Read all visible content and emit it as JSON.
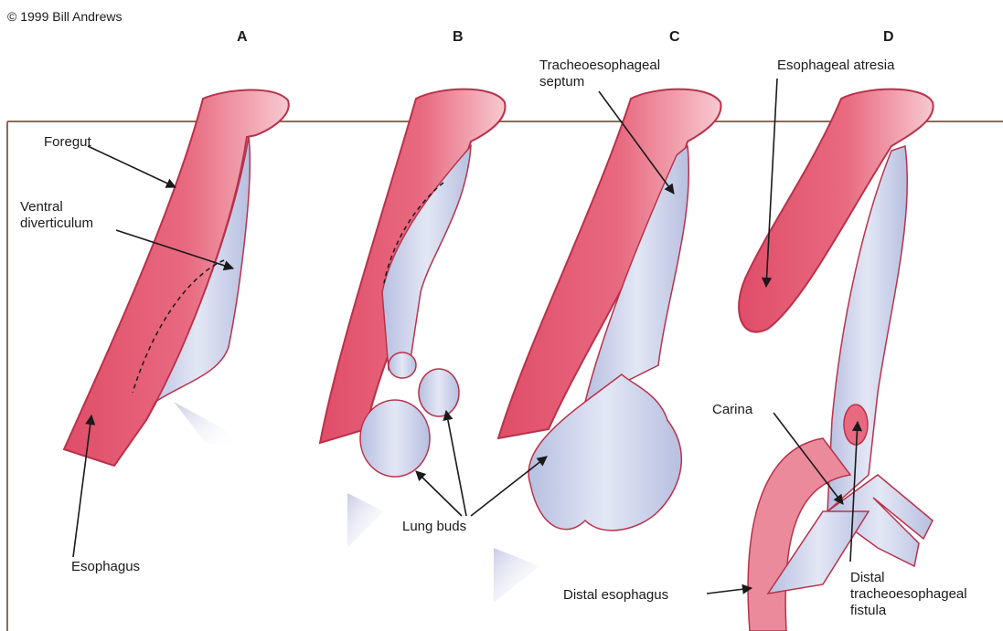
{
  "copyright": "© 1999 Bill Andrews",
  "panels": [
    "A",
    "B",
    "C",
    "D"
  ],
  "labels": {
    "foregut": "Foregut",
    "ventral_diverticulum_1": "Ventral",
    "ventral_diverticulum_2": "diverticulum",
    "esophagus": "Esophagus",
    "lung_buds": "Lung buds",
    "te_septum_1": "Tracheoesophageal",
    "te_septum_2": "septum",
    "esophageal_atresia": "Esophageal atresia",
    "carina": "Carina",
    "distal_esophagus": "Distal esophagus",
    "distal_te_fistula_1": "Distal",
    "distal_te_fistula_2": "tracheoesophageal",
    "distal_te_fistula_3": "fistula"
  },
  "colors": {
    "tissue_pink": "#e35a72",
    "tissue_light": "#f4b6c0",
    "tube_blue": "#c9d0ea",
    "outline": "#b8324a",
    "frame": "#8b6b5a",
    "arrow": "#1a1a1a"
  }
}
